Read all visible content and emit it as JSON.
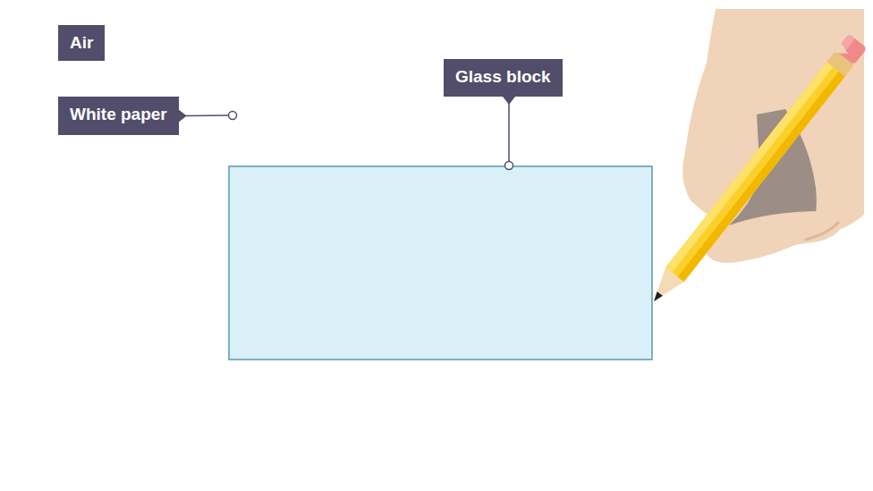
{
  "diagram": {
    "nodes": [
      {
        "text": [
          "Air"
        ]
      },
      {
        "text": [
          "White paper"
        ]
      },
      {
        "text": [
          "Glass block"
        ]
      }
    ]
  }
}
